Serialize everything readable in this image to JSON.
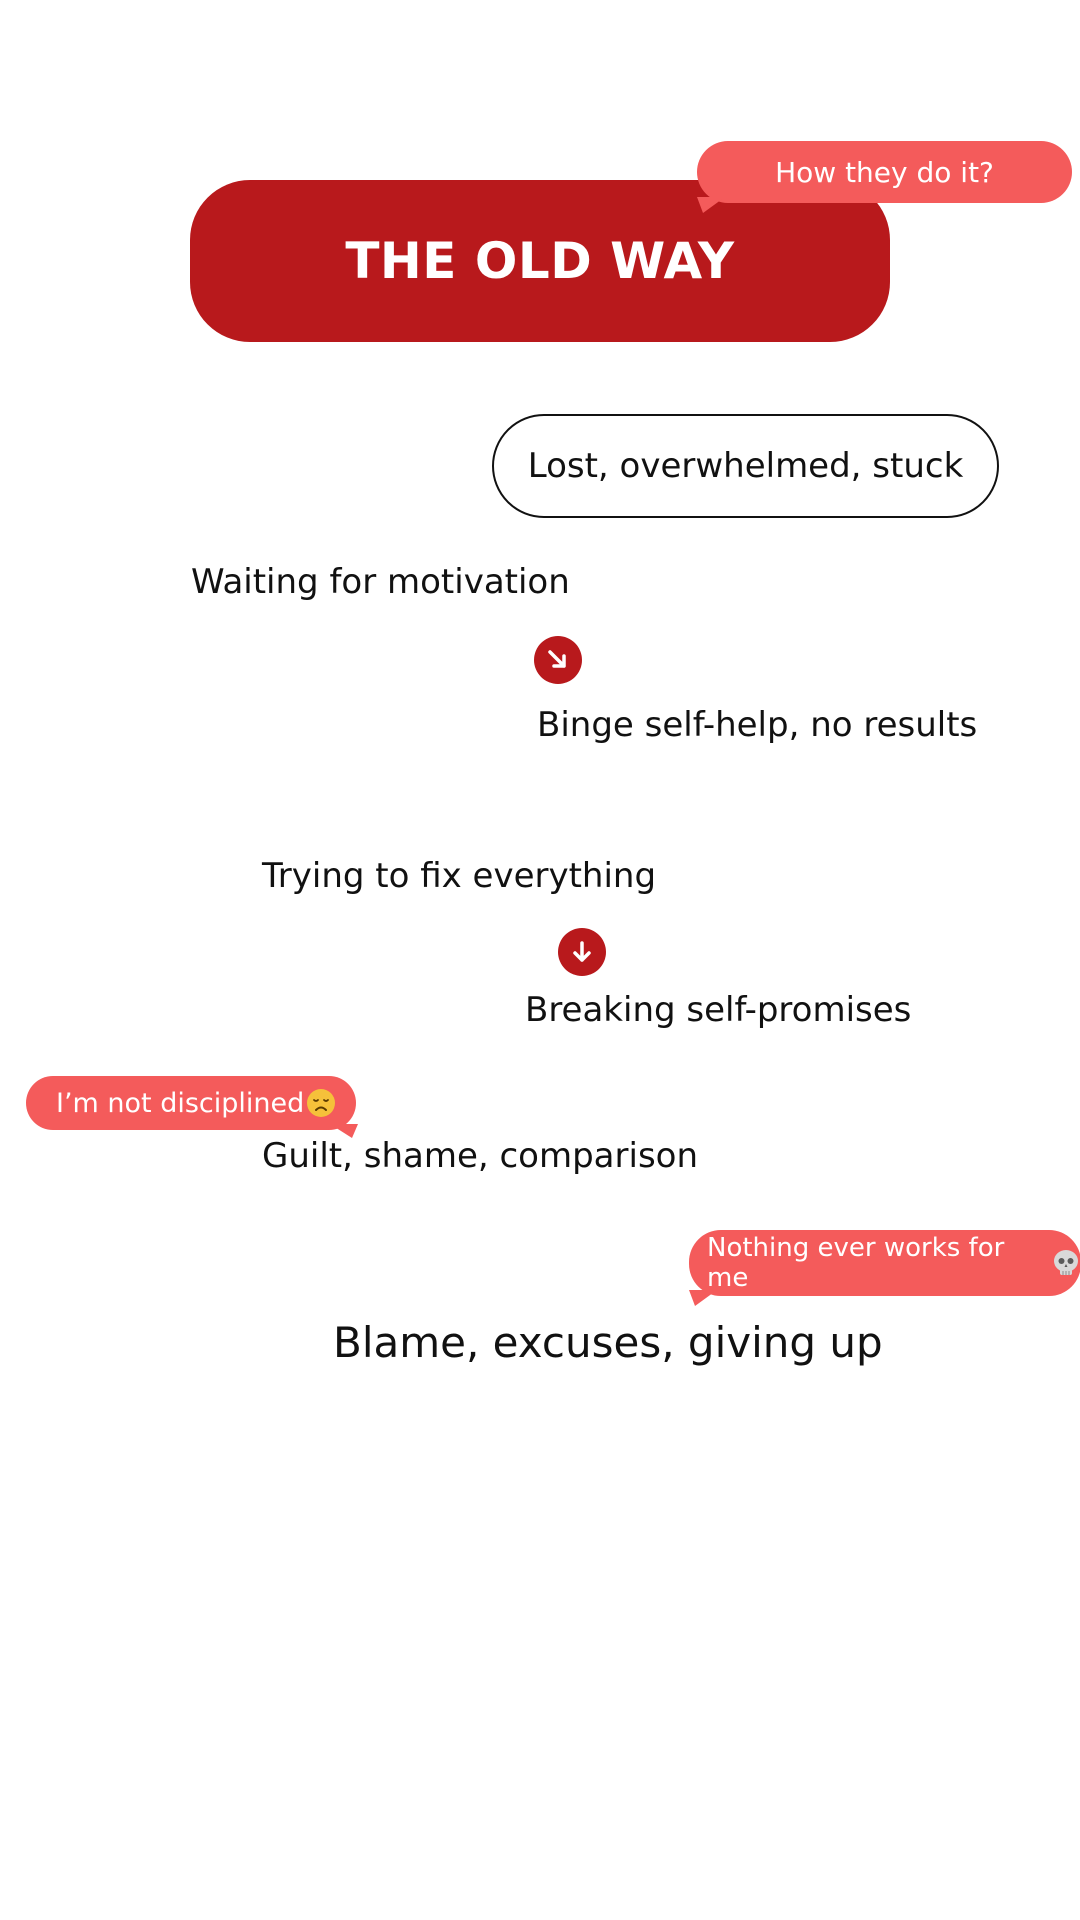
{
  "header": {
    "title": "THE OLD WAY",
    "question_bubble": "How they do it?"
  },
  "flow": {
    "state": "Lost, overwhelmed, stuck",
    "step1": "Waiting for motivation",
    "arrow1_icon": "arrow-down-right-icon",
    "step2": "Binge self-help, no results",
    "step3": "Trying to fix everything",
    "arrow2_icon": "arrow-down-icon",
    "step4": "Breaking self-promises",
    "thought1": "I’m not disciplined",
    "thought1_emoji": "disappointed-face-icon",
    "step5": "Guilt, shame, comparison",
    "thought2": "Nothing ever works for me",
    "thought2_emoji": "skull-icon",
    "final": "Blame, excuses, giving up"
  },
  "colors": {
    "primary_red": "#B8191C",
    "bubble_coral": "#F45B5B",
    "text": "#111111",
    "background": "#FFFFFF"
  }
}
